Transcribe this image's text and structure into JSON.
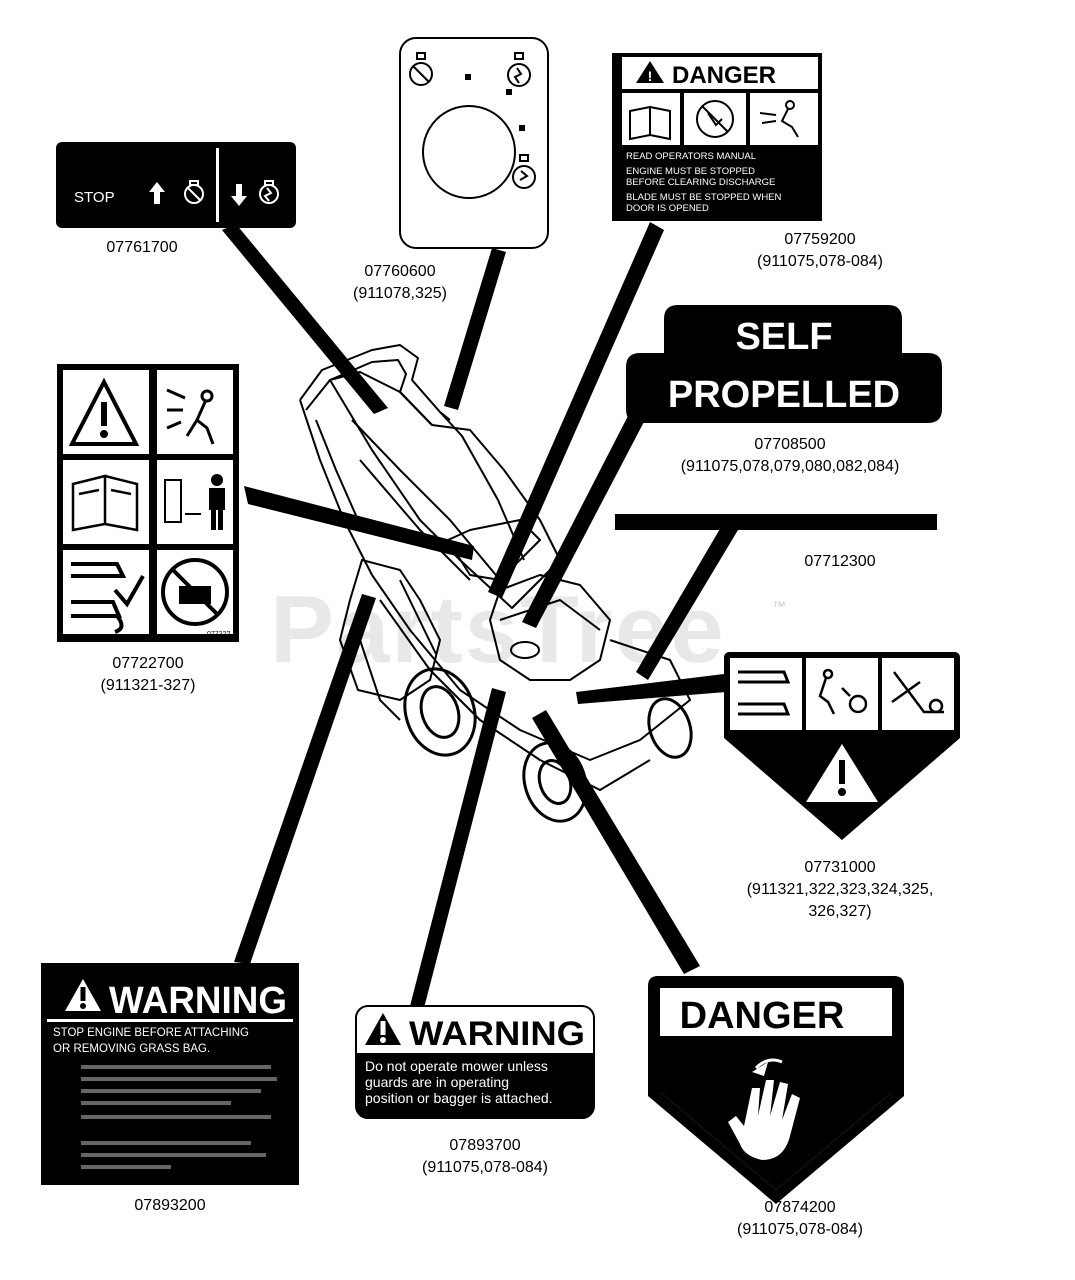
{
  "watermark": {
    "text": "PartsTree",
    "tm": "™"
  },
  "decals": {
    "d07761700": {
      "stop": "STOP",
      "part": "07761700",
      "models": ""
    },
    "d07760600": {
      "part": "07760600",
      "models": "(911078,325)"
    },
    "d07759200": {
      "header": "DANGER",
      "lines": [
        "READ OPERATORS MANUAL",
        "ENGINE MUST BE STOPPED",
        "BEFORE CLEARING DISCHARGE",
        "BLADE MUST BE STOPPED WHEN",
        "DOOR IS OPENED"
      ],
      "part": "07759200",
      "models": "(911075,078-084)"
    },
    "d07708500": {
      "line1": "SELF",
      "line2": "PROPELLED",
      "part": "07708500",
      "models": "(911075,078,079,080,082,084)"
    },
    "d07712300": {
      "part": "07712300"
    },
    "d07722700": {
      "part": "07722700",
      "models": "(911321-327)",
      "code": "07722?"
    },
    "d07731000": {
      "part": "07731000",
      "models_line1": "(911321,322,323,324,325,",
      "models_line2": "326,327)"
    },
    "d07893200": {
      "header": "WARNING",
      "line1": "STOP ENGINE BEFORE ATTACHING",
      "line2": "OR REMOVING GRASS BAG.",
      "part": "07893200"
    },
    "d07893700": {
      "header": "WARNING",
      "line1": "Do not operate mower unless",
      "line2": "guards are in operating",
      "line3": "position or bagger is attached.",
      "part": "07893700",
      "models": "(911075,078-084)"
    },
    "d07874200": {
      "header": "DANGER",
      "part": "07874200",
      "models": "(911075,078-084)"
    }
  }
}
